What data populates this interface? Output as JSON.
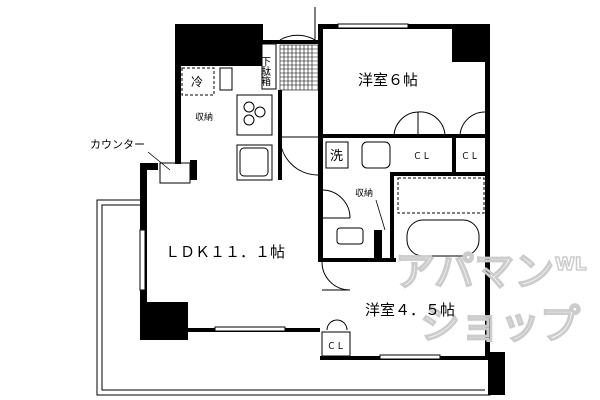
{
  "floorplan": {
    "rooms": {
      "western_room_1": "洋室６帖",
      "ldk": "ＬＤＫ１１．１帖",
      "western_room_2": "洋室４．５帖"
    },
    "labels": {
      "fridge": "冷",
      "storage_kitchen": "収納",
      "shoe_box": "下駄箱",
      "washer": "洗",
      "closet_1": "ＣＬ",
      "closet_2": "ＣＬ",
      "closet_3": "ＣＬ",
      "counter": "カウンター",
      "storage_hall": "収納"
    },
    "watermark": {
      "line1": "アパマン",
      "line2": "ショップ",
      "mark": "WL"
    }
  }
}
